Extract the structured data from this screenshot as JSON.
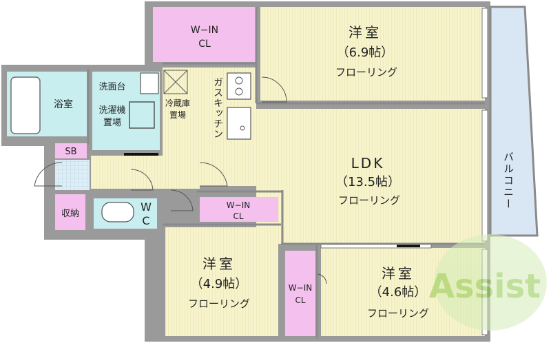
{
  "rooms": {
    "wic_top": {
      "label1": "W−IN",
      "label2": "CL"
    },
    "bedroom_top": {
      "name": "洋室",
      "size": "（6.9帖）",
      "floor": "フローリング"
    },
    "bath": {
      "label": "浴室"
    },
    "washbasin": {
      "label": "洗面台"
    },
    "washer": {
      "label1": "洗濯機",
      "label2": "置場"
    },
    "fridge": {
      "label1": "冷蔵庫",
      "label2": "置場"
    },
    "kitchen": {
      "label": "ガスキッチン"
    },
    "sb": {
      "label": "SB"
    },
    "storage": {
      "label": "収納"
    },
    "wc": {
      "label1": "W",
      "label2": "C"
    },
    "ldk": {
      "name": "LDK",
      "size": "（13.5帖）",
      "floor": "フローリング"
    },
    "wic_mid": {
      "label1": "W−IN",
      "label2": "CL"
    },
    "bedroom_left": {
      "name": "洋室",
      "size": "（4.9帖）",
      "floor": "フローリング"
    },
    "wic_low": {
      "label1": "W−IN",
      "label2": "CL"
    },
    "bedroom_right": {
      "name": "洋室",
      "size": "（4.6帖）",
      "floor": "フローリング"
    },
    "balcony": {
      "label": "バルコニー"
    }
  },
  "logo": {
    "text": "Assist"
  },
  "colors": {
    "wall": "#8a8a8a",
    "floor": "#f7f4cd",
    "closet": "#f4c0ee",
    "wet": "#c8eef0",
    "balcony": "#d6e6f2",
    "logo": "#8fc84a"
  }
}
